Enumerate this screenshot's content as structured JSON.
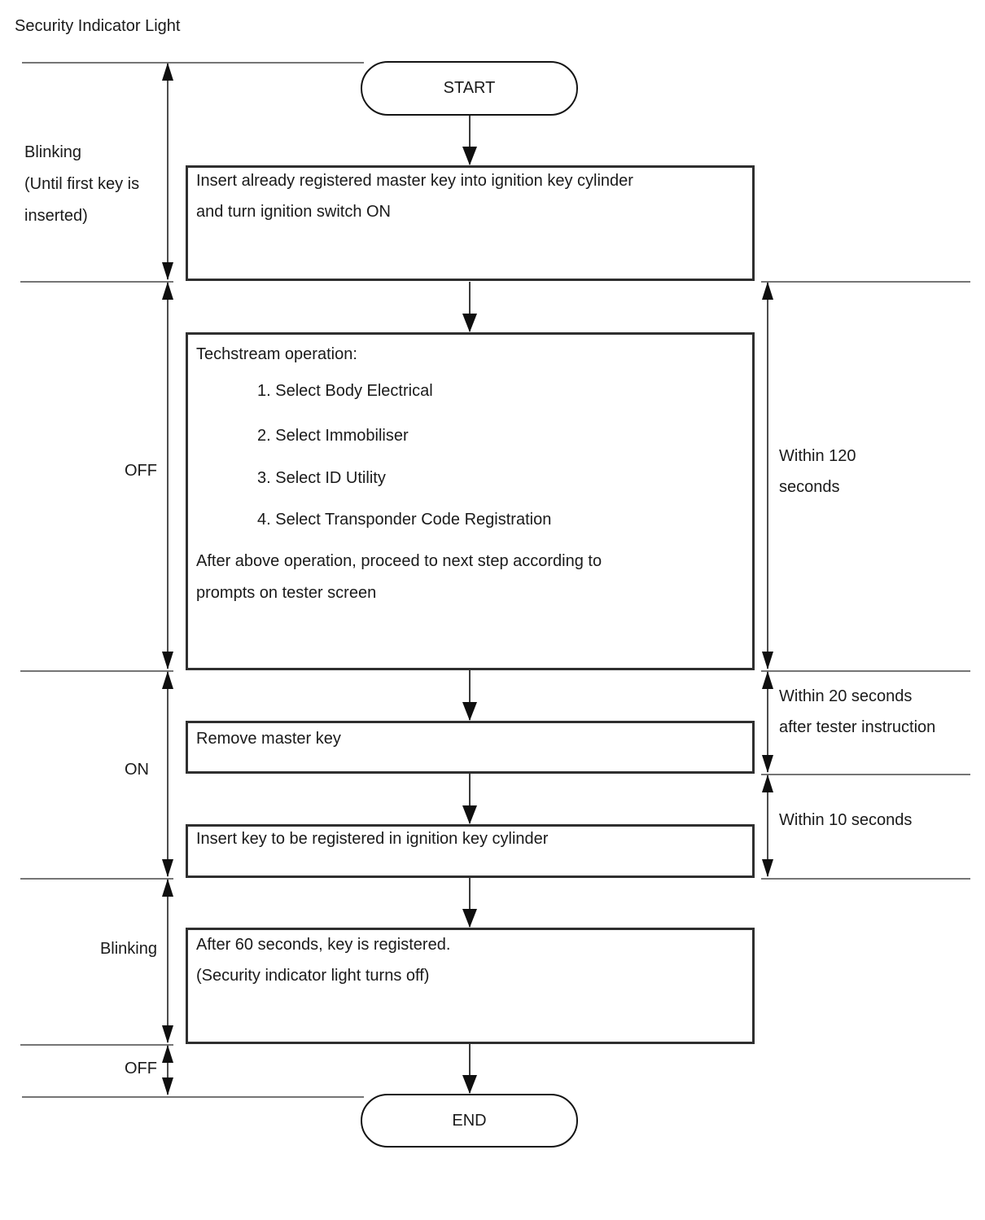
{
  "title": "Security Indicator Light",
  "terminals": {
    "start": "START",
    "end": "END"
  },
  "steps": {
    "insert_master_key": {
      "line1": "Insert already registered master key into ignition key cylinder",
      "line2": "and turn ignition switch ON"
    },
    "techstream": {
      "title": "Techstream operation:",
      "item1": "1. Select Body Electrical",
      "item2": "2. Select Immobiliser",
      "item3": "3. Select ID Utility",
      "item4": "4. Select Transponder Code Registration",
      "note1": "After above operation, proceed to next step according to",
      "note2": "prompts on tester screen"
    },
    "remove_master_key": {
      "line1": "Remove master key"
    },
    "insert_new_key": {
      "line1": "Insert key to be registered in ignition key cylinder"
    },
    "key_registered": {
      "line1": "After 60 seconds, key is registered.",
      "line2": "(Security indicator light turns off)"
    }
  },
  "indicator_states": {
    "blinking_until_first_key": {
      "line1": "Blinking",
      "line2": "(Until first key is",
      "line3": "inserted)"
    },
    "off_1": "OFF",
    "on": "ON",
    "blinking_2": "Blinking",
    "off_2": "OFF"
  },
  "timing_constraints": {
    "within_120": {
      "line1": "Within 120",
      "line2": "seconds"
    },
    "within_20": {
      "line1": "Within 20 seconds",
      "line2": "after tester instruction"
    },
    "within_10": "Within 10 seconds"
  },
  "colors": {
    "background": "#ffffff",
    "text": "#1a1a1a",
    "box_border": "#2f2f2f",
    "separator_line": "#757575",
    "arrow": "#0f0f0f"
  }
}
